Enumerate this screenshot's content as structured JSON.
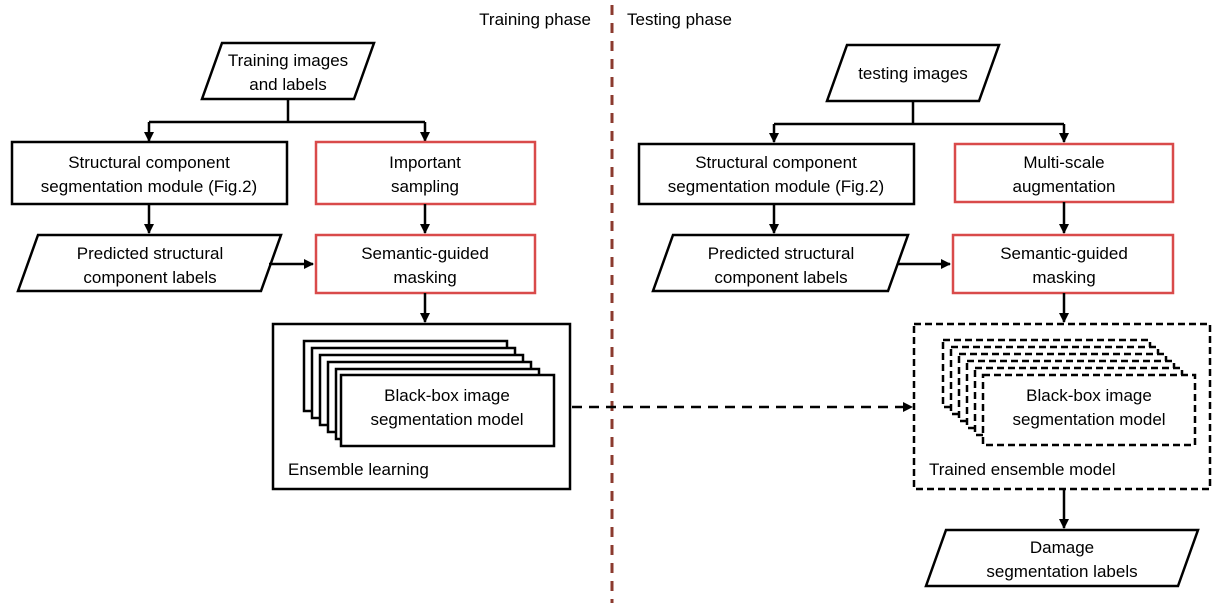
{
  "phases": {
    "training": "Training phase",
    "testing": "Testing phase"
  },
  "training": {
    "input": [
      "Training images",
      "and labels"
    ],
    "structural_module": [
      "Structural component",
      "segmentation module (Fig.2)"
    ],
    "important_sampling": [
      "Important",
      "sampling"
    ],
    "predicted_labels": [
      "Predicted structural",
      "component labels"
    ],
    "semantic_masking": [
      "Semantic-guided",
      "masking"
    ],
    "model": [
      "Black-box image",
      "segmentation model"
    ],
    "ensemble_label": "Ensemble learning"
  },
  "testing": {
    "input": "testing images",
    "structural_module": [
      "Structural component",
      "segmentation module (Fig.2)"
    ],
    "augmentation": [
      "Multi-scale",
      "augmentation"
    ],
    "predicted_labels": [
      "Predicted structural",
      "component labels"
    ],
    "semantic_masking": [
      "Semantic-guided",
      "masking"
    ],
    "model": [
      "Black-box image",
      "segmentation model"
    ],
    "ensemble_label": "Trained ensemble model",
    "output": [
      "Damage",
      "segmentation labels"
    ]
  },
  "colors": {
    "highlight_border": "#d94a4a",
    "separator": "#8b3a2e"
  }
}
